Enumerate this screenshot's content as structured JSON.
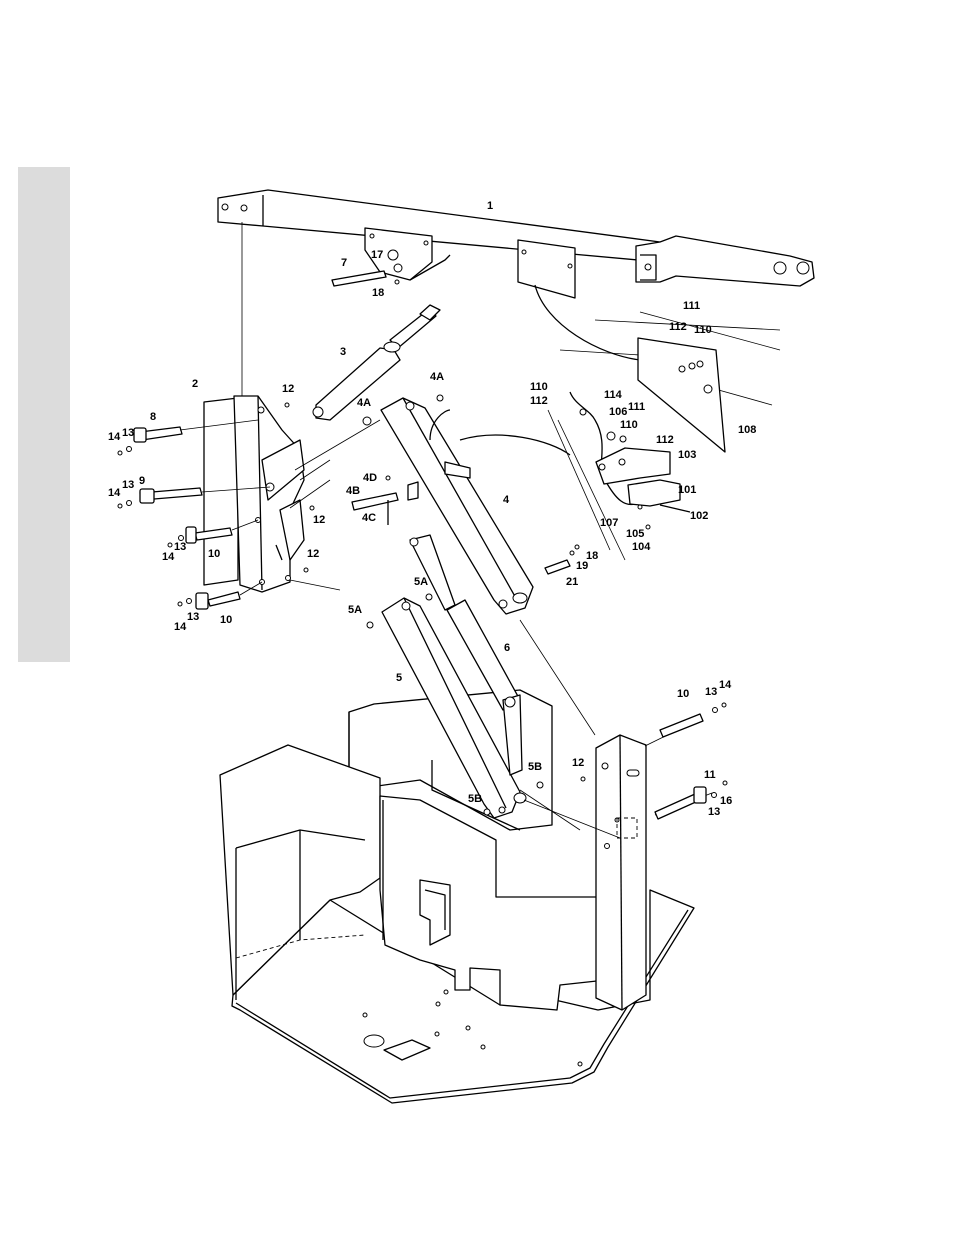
{
  "colors": {
    "side_tab": "#dcdcdc",
    "ink": "#000000",
    "paper": "#ffffff"
  },
  "labels": [
    {
      "id": "l1",
      "text": "1"
    },
    {
      "id": "l17",
      "text": "17"
    },
    {
      "id": "l7",
      "text": "7"
    },
    {
      "id": "l18a",
      "text": "18"
    },
    {
      "id": "l111a",
      "text": "111"
    },
    {
      "id": "l112a",
      "text": "112"
    },
    {
      "id": "l110a",
      "text": "110"
    },
    {
      "id": "l3",
      "text": "3"
    },
    {
      "id": "l2",
      "text": "2"
    },
    {
      "id": "l12a",
      "text": "12"
    },
    {
      "id": "l4Aa",
      "text": "4A"
    },
    {
      "id": "l4Ab",
      "text": "4A"
    },
    {
      "id": "l110b",
      "text": "110"
    },
    {
      "id": "l112b",
      "text": "112"
    },
    {
      "id": "l114",
      "text": "114"
    },
    {
      "id": "l106",
      "text": "106"
    },
    {
      "id": "l111b",
      "text": "111"
    },
    {
      "id": "l110c",
      "text": "110"
    },
    {
      "id": "l112c",
      "text": "112"
    },
    {
      "id": "l108",
      "text": "108"
    },
    {
      "id": "l8",
      "text": "8"
    },
    {
      "id": "l14a",
      "text": "14"
    },
    {
      "id": "l13a",
      "text": "13"
    },
    {
      "id": "l103",
      "text": "103"
    },
    {
      "id": "l4D",
      "text": "4D"
    },
    {
      "id": "l9",
      "text": "9"
    },
    {
      "id": "l13b",
      "text": "13"
    },
    {
      "id": "l14b",
      "text": "14"
    },
    {
      "id": "l4B",
      "text": "4B"
    },
    {
      "id": "l4",
      "text": "4"
    },
    {
      "id": "l101",
      "text": "101"
    },
    {
      "id": "l12b",
      "text": "12"
    },
    {
      "id": "l4C",
      "text": "4C"
    },
    {
      "id": "l102",
      "text": "102"
    },
    {
      "id": "l107",
      "text": "107"
    },
    {
      "id": "l105",
      "text": "105"
    },
    {
      "id": "l104",
      "text": "104"
    },
    {
      "id": "l13c",
      "text": "13"
    },
    {
      "id": "l14c",
      "text": "14"
    },
    {
      "id": "l10a",
      "text": "10"
    },
    {
      "id": "l12c",
      "text": "12"
    },
    {
      "id": "l18b",
      "text": "18"
    },
    {
      "id": "l19",
      "text": "19"
    },
    {
      "id": "l21",
      "text": "21"
    },
    {
      "id": "l5Aa",
      "text": "5A"
    },
    {
      "id": "l5Ab",
      "text": "5A"
    },
    {
      "id": "l14d",
      "text": "14"
    },
    {
      "id": "l13d",
      "text": "13"
    },
    {
      "id": "l10b",
      "text": "10"
    },
    {
      "id": "l6",
      "text": "6"
    },
    {
      "id": "l5",
      "text": "5"
    },
    {
      "id": "l14e",
      "text": "14"
    },
    {
      "id": "l10c",
      "text": "10"
    },
    {
      "id": "l13e",
      "text": "13"
    },
    {
      "id": "l12d",
      "text": "12"
    },
    {
      "id": "l5Ba",
      "text": "5B"
    },
    {
      "id": "l11",
      "text": "11"
    },
    {
      "id": "l16",
      "text": "16"
    },
    {
      "id": "l5Bb",
      "text": "5B"
    },
    {
      "id": "l13f",
      "text": "13"
    }
  ]
}
